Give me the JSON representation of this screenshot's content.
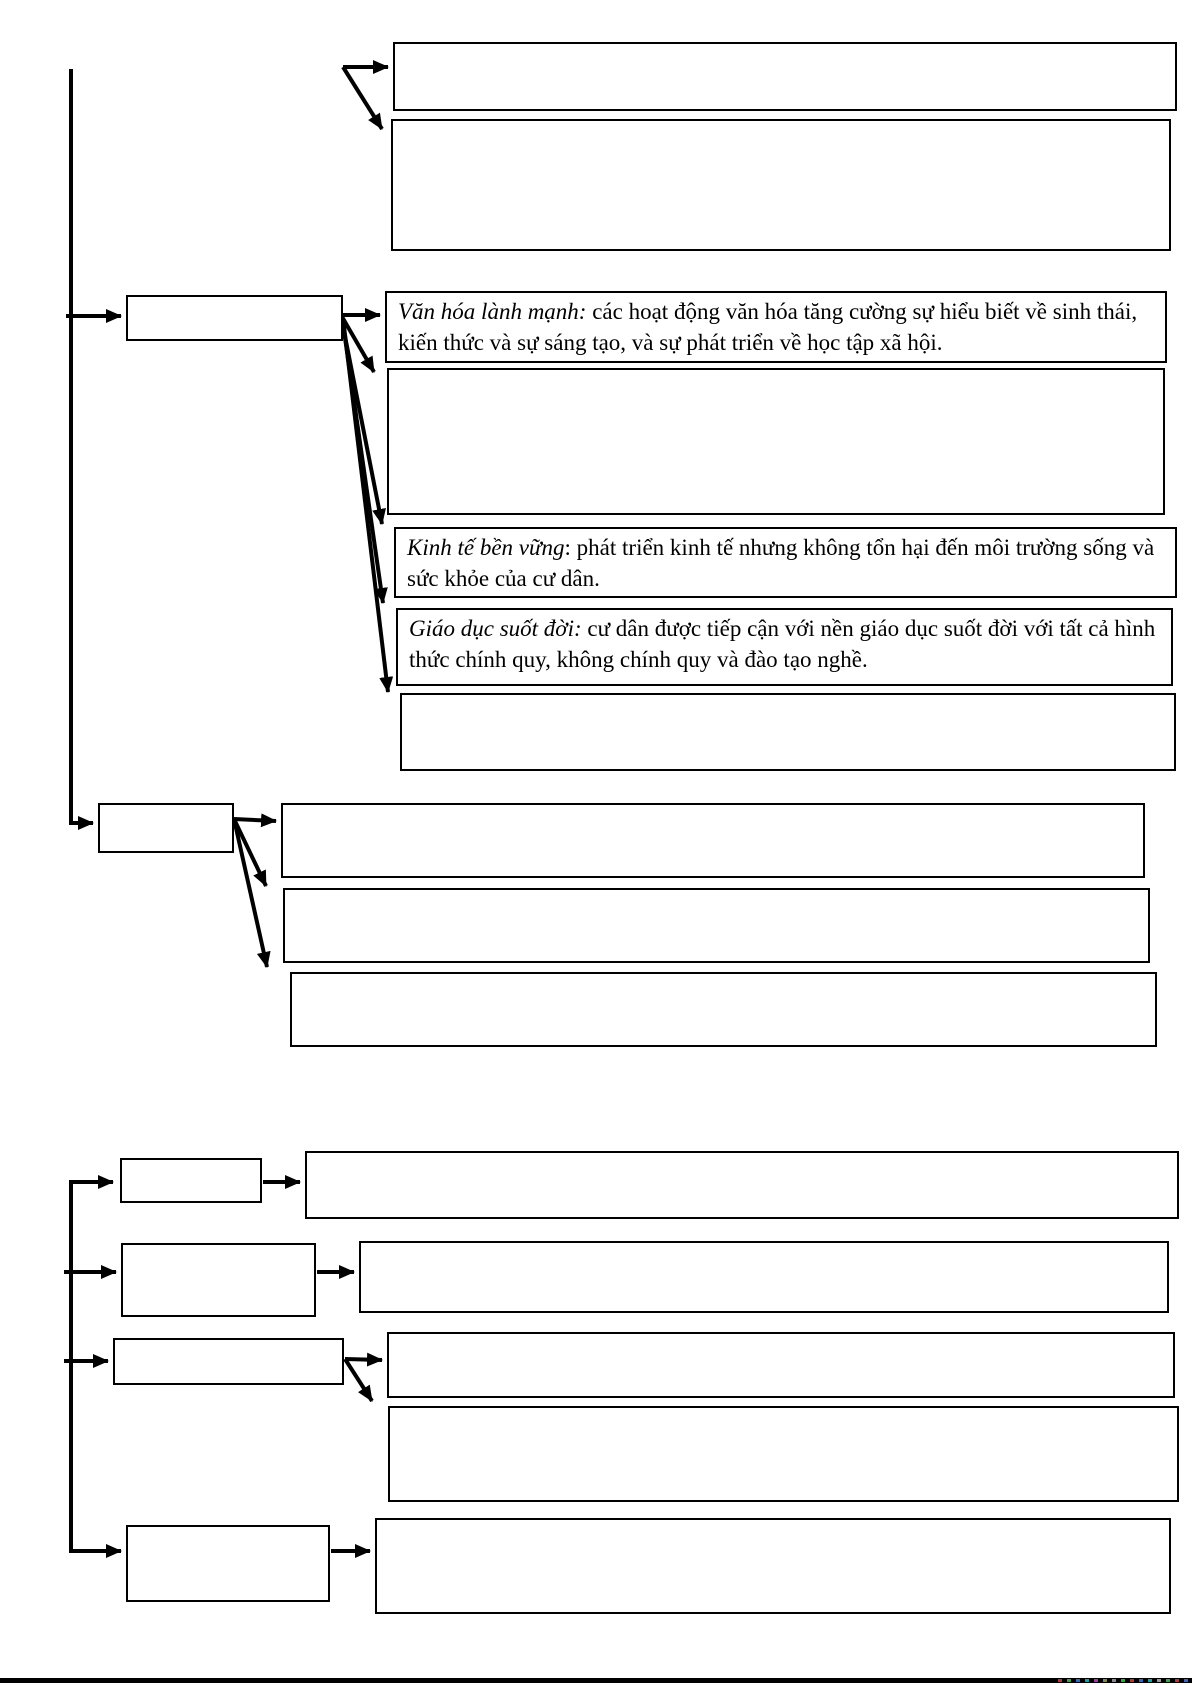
{
  "diagram": {
    "text_boxes": {
      "van_hoa": {
        "lead": "Văn hóa lành mạnh:",
        "body": " các hoạt động văn hóa tăng cường sự hiểu biết về sinh thái, kiến thức và sự sáng tạo, và sự phát triển về học tập xã hội."
      },
      "kinh_te": {
        "lead": "Kinh tế bền vững",
        "body": ": phát triển kinh tế nhưng không tổn hại đến môi trường sống và sức khỏe của cư dân."
      },
      "giao_duc": {
        "lead": "Giáo dục suốt đời:",
        "body": " cư dân được tiếp cận với nền giáo dục suốt đời với tất cả hình thức chính quy, không chính quy và đào tạo nghề."
      }
    },
    "colors": {
      "line": "#000000",
      "background": "#ffffff"
    }
  },
  "footer": {
    "bar_color": "#000000",
    "speck_colors": [
      "#b33",
      "#3a3",
      "#36c",
      "#0aa",
      "#a3a",
      "#883",
      "#888",
      "#3a3",
      "#b33",
      "#36c",
      "#0aa",
      "#999",
      "#3a3",
      "#b33",
      "#36c"
    ]
  }
}
